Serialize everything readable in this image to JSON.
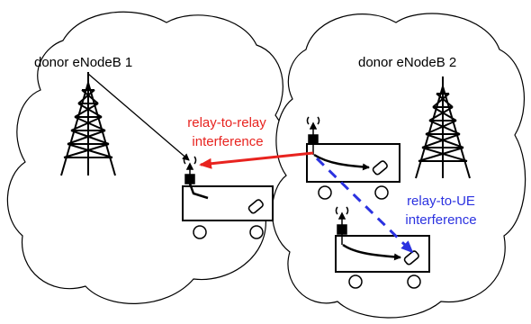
{
  "labels": {
    "donor1": "donor eNodeB 1",
    "donor2": "donor eNodeB 2",
    "relay_to_relay_line1": "relay-to-relay",
    "relay_to_relay_line2": "interference",
    "relay_to_ue_line1": "relay-to-UE",
    "relay_to_ue_line2": "interference"
  },
  "colors": {
    "relay_to_relay": "#e8231f",
    "relay_to_ue": "#2b32e0",
    "lines": "#000000"
  }
}
